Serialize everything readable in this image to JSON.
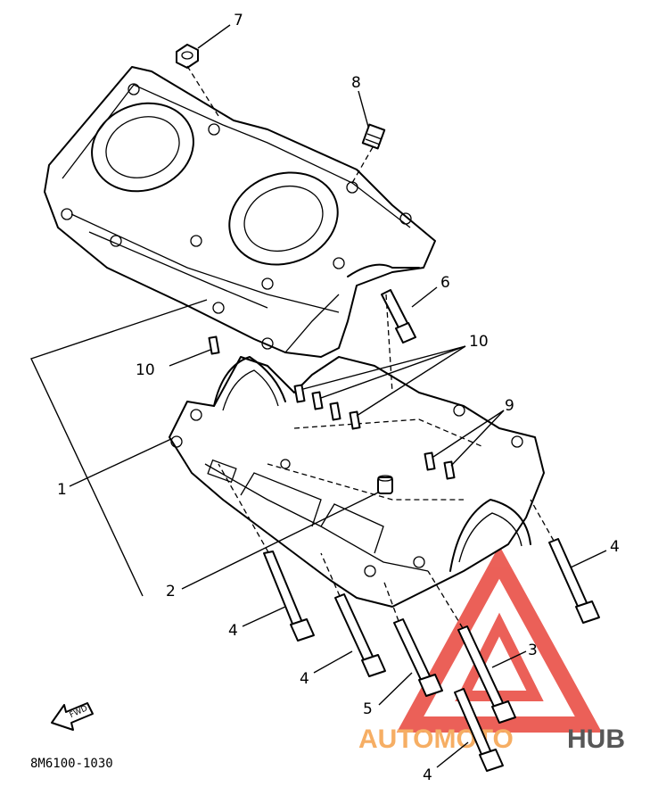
{
  "diagram_code": "8M6100-1030",
  "fwd_label": "FWD",
  "callouts": {
    "c7": "7",
    "c8": "8",
    "c6": "6",
    "c10a": "10",
    "c10b": "10",
    "c1": "1",
    "c9": "9",
    "c2": "2",
    "c4a": "4",
    "c4b": "4",
    "c4c": "4",
    "c4d": "4",
    "c5": "5",
    "c3": "3"
  },
  "watermark": {
    "word_left": "AUTOMOTO",
    "word_right": "HUB",
    "color_left": "#f5a14a",
    "color_right": "#3a3a3a",
    "triangle_color": "#e8453c"
  }
}
